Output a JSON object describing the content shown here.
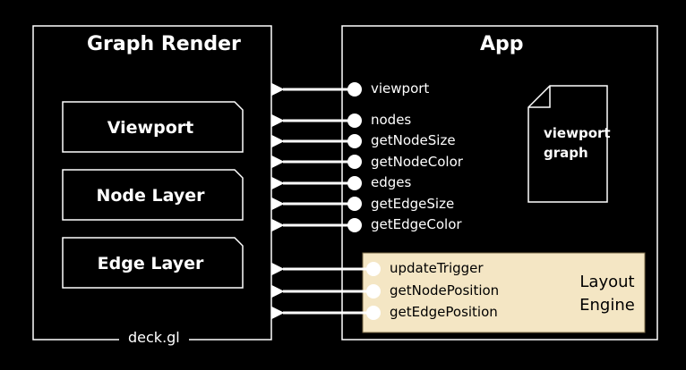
{
  "colors": {
    "background": "#000000",
    "foreground": "#ffffff",
    "engine_fill": "#f4e6c4",
    "engine_text": "#000000"
  },
  "graph_render": {
    "title": "Graph Render",
    "layers": [
      "Viewport",
      "Node Layer",
      "Edge Layer"
    ],
    "footer": "deck.gl"
  },
  "app": {
    "title": "App",
    "props": [
      "viewport",
      "nodes",
      "getNodeSize",
      "getNodeColor",
      "edges",
      "getEdgeSize",
      "getEdgeColor"
    ],
    "document": [
      "viewport",
      "graph"
    ]
  },
  "layout_engine": {
    "title_lines": [
      "Layout",
      "Engine"
    ],
    "props": [
      "updateTrigger",
      "getNodePosition",
      "getEdgePosition"
    ]
  }
}
